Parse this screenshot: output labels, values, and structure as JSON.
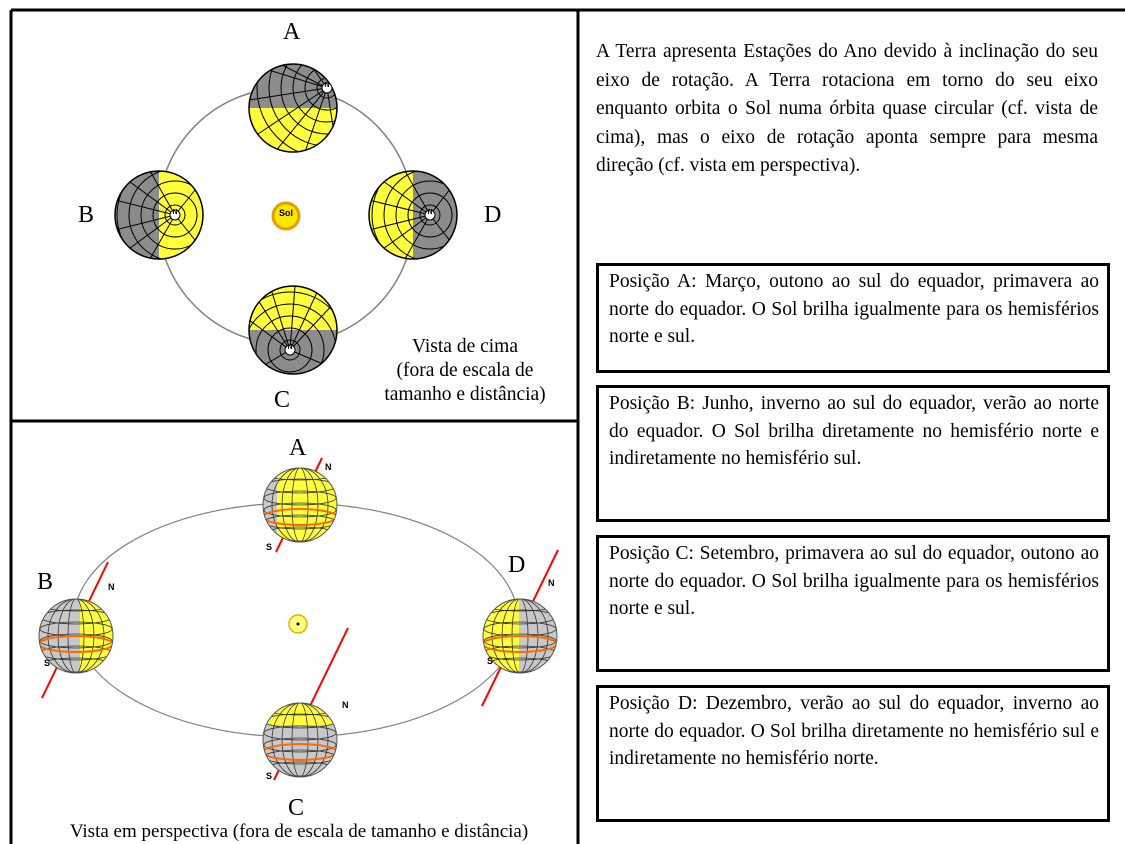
{
  "top_view": {
    "labels": {
      "a": "A",
      "b": "B",
      "c": "C",
      "d": "D",
      "sun": "Sol",
      "north": "N"
    },
    "caption_lines": [
      "Vista de cima",
      "(fora de escala de",
      "tamanho e distância)"
    ]
  },
  "perspective_view": {
    "labels": {
      "a": "A",
      "b": "B",
      "c": "C",
      "d": "D",
      "north": "N",
      "south": "S"
    },
    "caption": "Vista em perspectiva (fora de escala de tamanho e distância)"
  },
  "description": "A Terra apresenta Estações do Ano devido à inclinação do seu eixo de rotação. A Terra rotaciona em torno do seu eixo enquanto orbita o Sol numa órbita quase circular (cf. vista de cima), mas o eixo de rotação aponta sempre para mesma direção (cf. vista em perspectiva).",
  "positions": [
    {
      "text": "Posição A: Março, outono ao sul do equador, primavera ao norte do equador. O Sol brilha igualmente para os hemisférios norte e sul."
    },
    {
      "text": "Posição B: Junho, inverno ao sul do equador, verão ao norte do equador. O Sol brilha diretamente no hemisfério norte e indiretamente no hemisfério sul."
    },
    {
      "text": "Posição C: Setembro, primavera ao sul do equador, outono ao norte do equador. O Sol brilha igualmente para os hemisférios norte e sul."
    },
    {
      "text": "Posição D: Dezembro, verão ao sul do equador, inverno ao norte do equador. O Sol brilha diretamente no hemisfério sul e indiretamente no hemisfério norte."
    }
  ],
  "colors": {
    "lit": "#ffff3c",
    "dark": "#8c8c8c",
    "orbit": "#808080",
    "axis": "#ff0000",
    "sun": "#ffe600",
    "equator": "#ff6a00"
  }
}
